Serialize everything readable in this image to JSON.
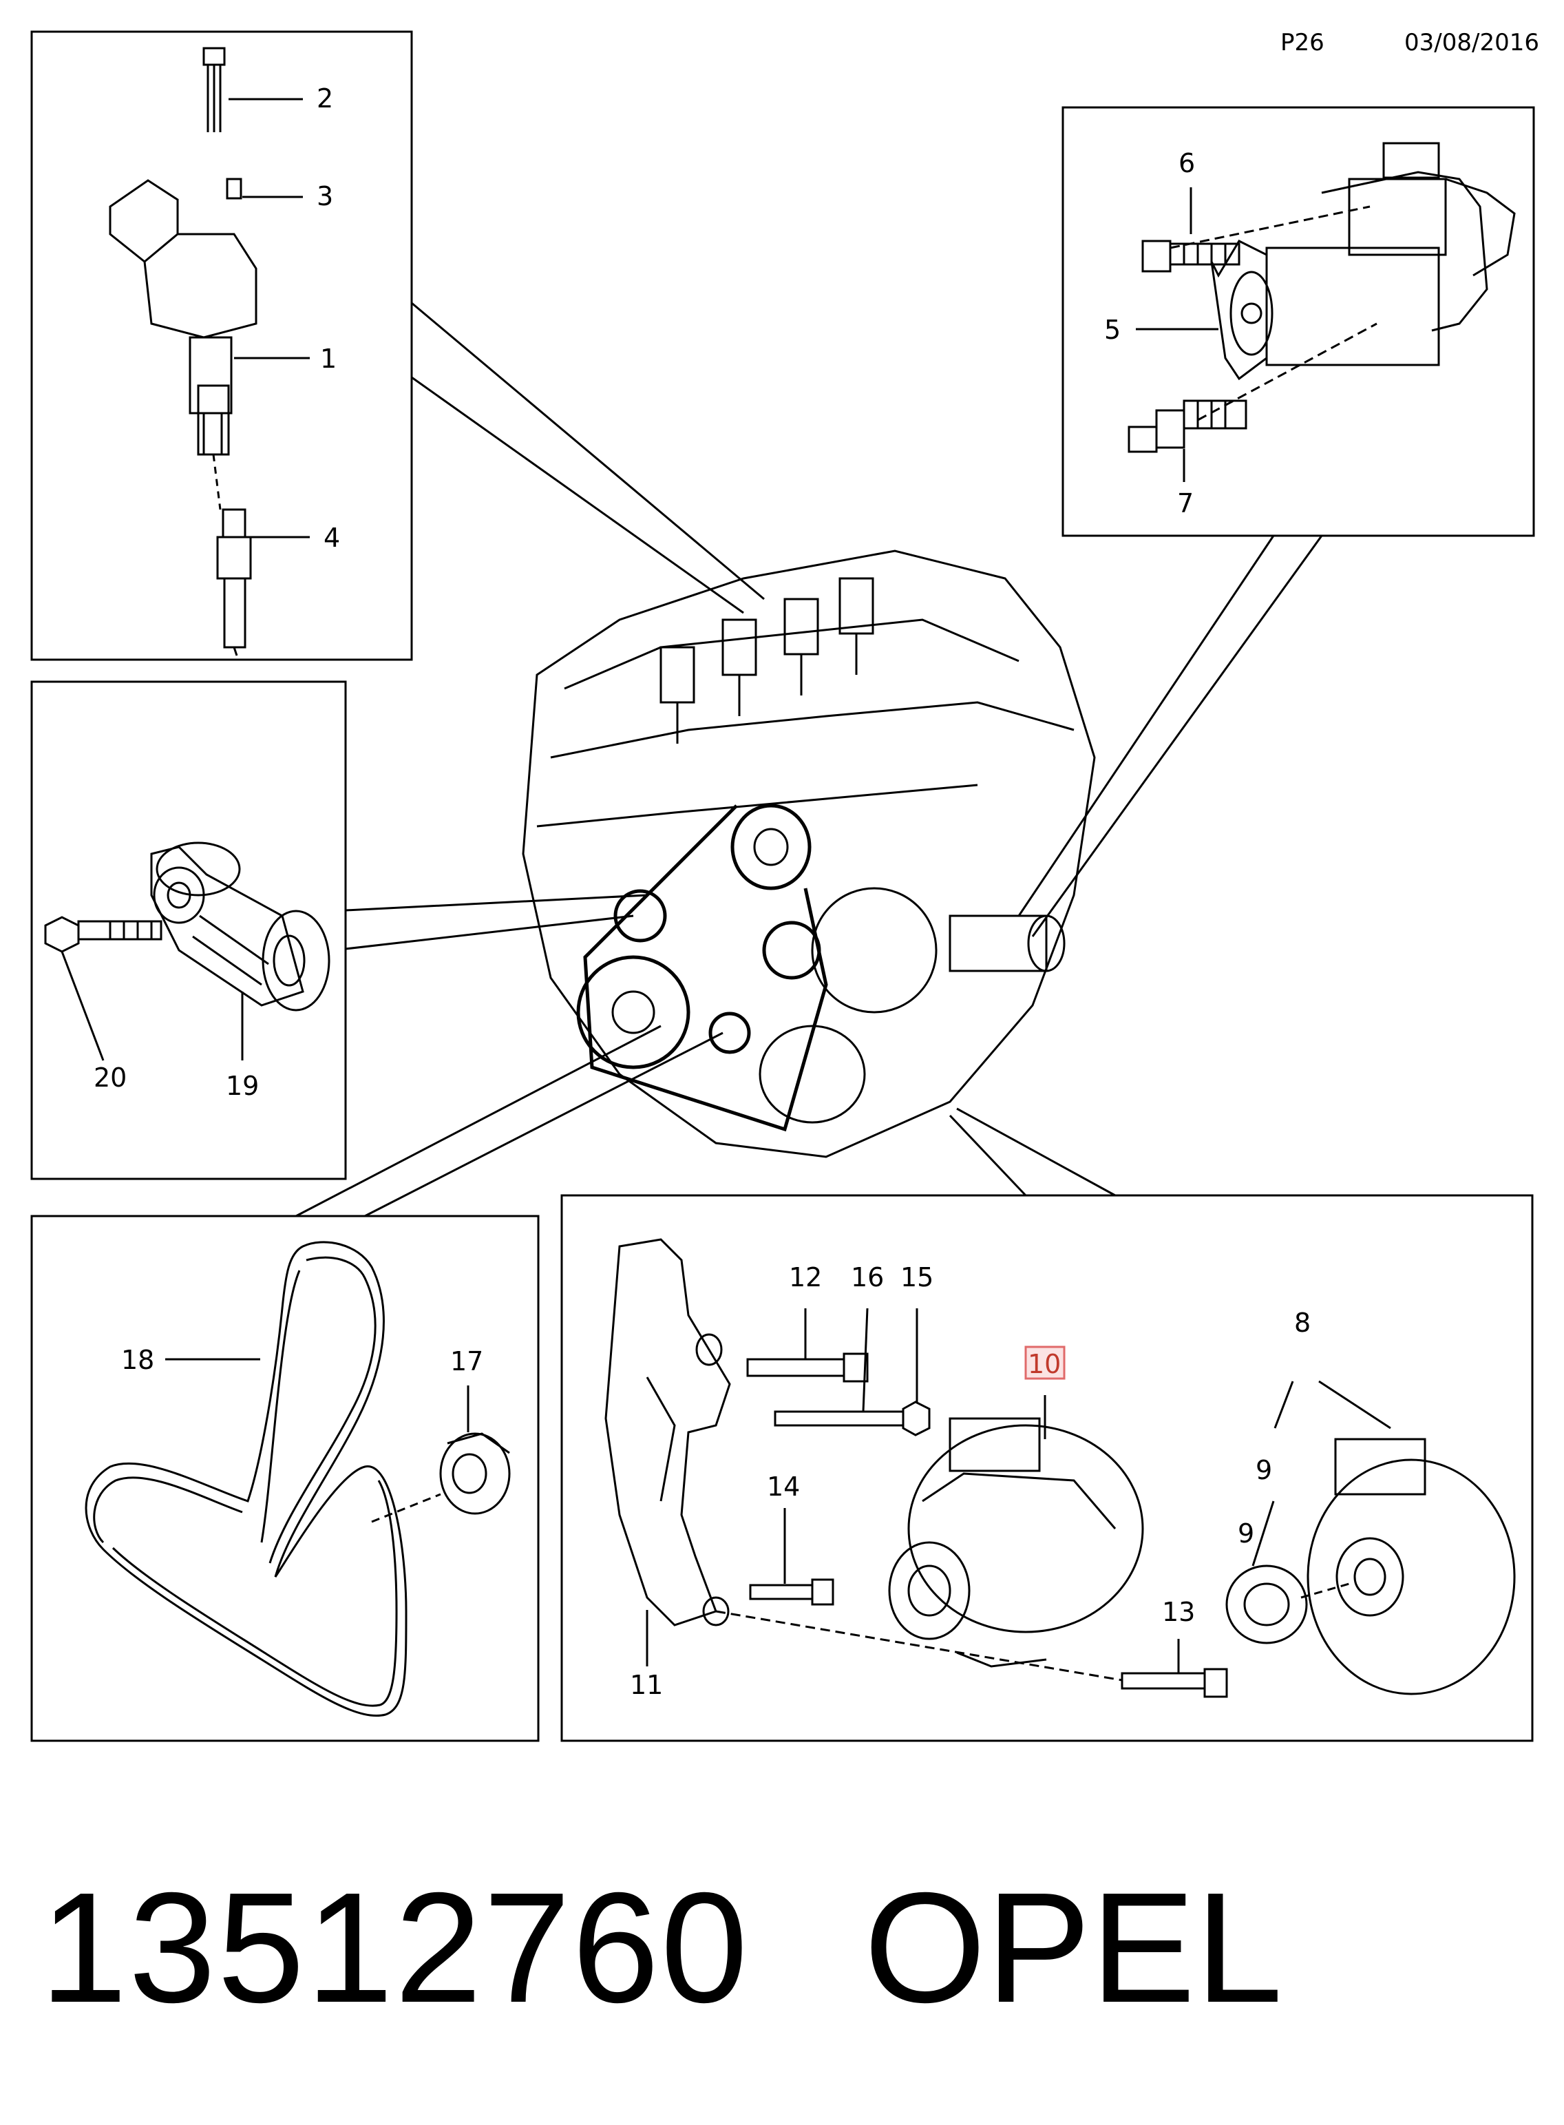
{
  "header": {
    "page_code": "P26",
    "date": "03/08/2016"
  },
  "callouts": {
    "c1": "1",
    "c2": "2",
    "c3": "3",
    "c4": "4",
    "c5": "5",
    "c6": "6",
    "c7": "7",
    "c8": "8",
    "c9a": "9",
    "c9b": "9",
    "c10": "10",
    "c11": "11",
    "c12": "12",
    "c13": "13",
    "c14": "14",
    "c15": "15",
    "c16": "16",
    "c17": "17",
    "c18": "18",
    "c19": "19",
    "c20": "20"
  },
  "highlight": {
    "callout": "10",
    "box_color": "#fbe3e3",
    "border_color": "#e06a6a"
  },
  "footer": {
    "part_number": "13512760",
    "brand": "OPEL"
  }
}
